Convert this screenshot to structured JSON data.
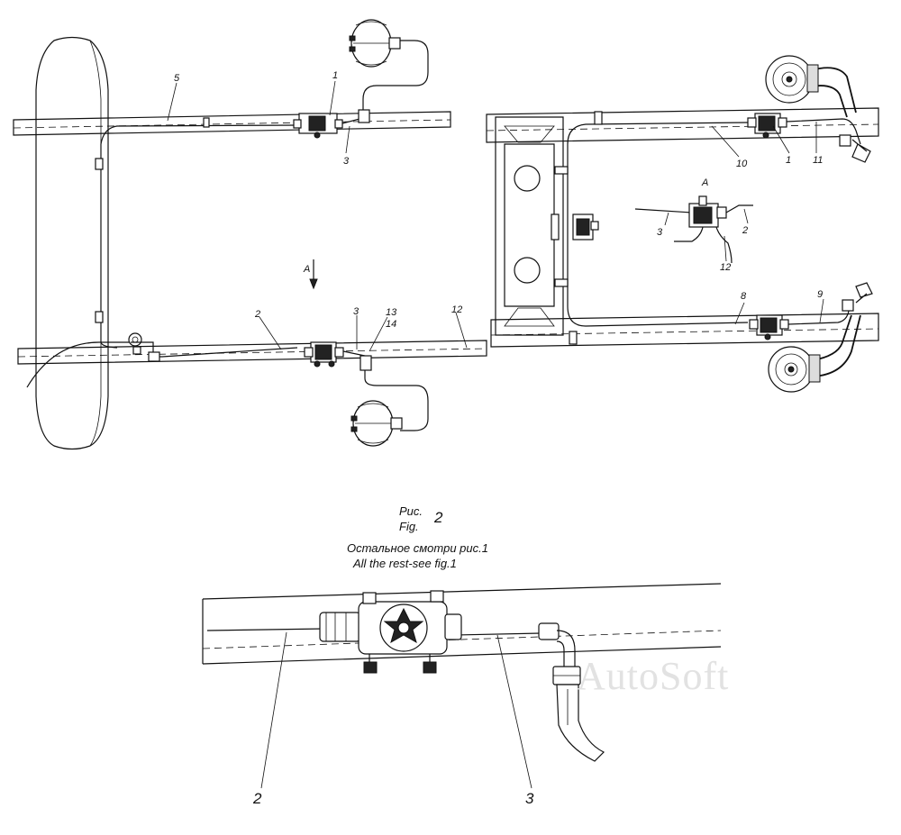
{
  "caption": {
    "fig_ru": "Рис.",
    "fig_en": "Fig.",
    "fig_number": "2",
    "rest_ru": "Остальное смотри рис.1",
    "rest_en": "All the rest-see fig.1"
  },
  "watermark": "AutoSoft",
  "left_view": {
    "callouts": {
      "c1": "1",
      "c3_top": "3",
      "c5": "5",
      "c2": "2",
      "c3_bottom": "3",
      "c13": "13",
      "c14": "14",
      "c12": "12"
    },
    "view_arrow_label": "A"
  },
  "right_view": {
    "callouts": {
      "c10": "10",
      "c1": "1",
      "c11": "11",
      "c8": "8",
      "c9": "9"
    },
    "inset": {
      "title": "A",
      "c3": "3",
      "c2": "2",
      "c12": "12"
    }
  },
  "detail_view": {
    "callouts": {
      "c2": "2",
      "c3": "3"
    }
  }
}
